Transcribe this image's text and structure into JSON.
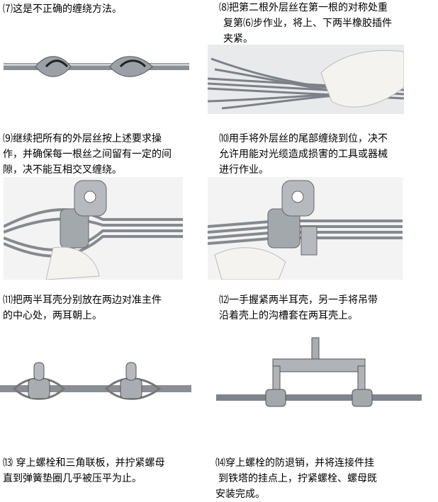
{
  "steps": [
    {
      "lines": [
        "⑺这是不正确的缠绕方法。"
      ]
    },
    {
      "lines": [
        "⑻把第二根外层丝在第一根的对称处重",
        "复第⑹步作业，将上、下两半橡胶插件",
        "夹紧。"
      ]
    },
    {
      "lines": [
        "⑼继续把所有的外层丝按上述要求操",
        "作，并确保每一根丝之间留有一定的间",
        "隙，决不能互相交叉缠绕。"
      ]
    },
    {
      "lines": [
        "⑽用手将外层丝的尾部缠绕到位，决不",
        "允许用能对光缆造成损害的工具或器械",
        "进行作业。"
      ]
    },
    {
      "lines": [
        "⑾把两半耳壳分别放在两边对准主件",
        "的中心处，两耳朝上。"
      ]
    },
    {
      "lines": [
        "⑿一手握紧两半耳壳，另一手将吊带",
        "沿着壳上的沟槽套在两耳壳上。"
      ]
    },
    {
      "lines": [
        "⒀ 穿上螺栓和三角联板，并拧紧螺母",
        "直到弹簧垫圈几乎被压平为止。"
      ]
    },
    {
      "lines": [
        "⒁穿上螺栓的防退销，并将连接件挂",
        "到铁塔的挂点上，拧紧螺栓、螺母既",
        "安装完成。"
      ]
    }
  ]
}
